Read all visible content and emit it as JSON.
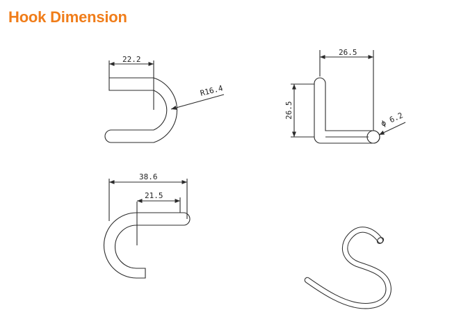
{
  "header": {
    "title": "Hook Dimension",
    "title_color": "#f07d1a"
  },
  "line_color": "#2b2b2b",
  "views": {
    "side_view": {
      "width_label": "22.2",
      "radius_label": "R16.4"
    },
    "top_view": {
      "width_label": "26.5",
      "height_label": "26.5",
      "diameter_label": "ϕ 6.2"
    },
    "front_view": {
      "overall_width_label": "38.6",
      "inner_width_label": "21.5"
    },
    "isometric_view": {
      "icon": "s-hook-3d"
    }
  }
}
